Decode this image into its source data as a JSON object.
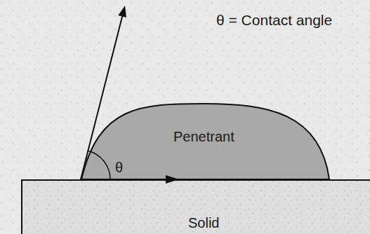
{
  "diagram": {
    "nodes": [
      {
        "text": [
          "Penetrant"
        ]
      },
      {
        "text": [
          "Solid"
        ]
      }
    ],
    "labels": [
      "θ = Contact angle",
      "θ"
    ]
  }
}
